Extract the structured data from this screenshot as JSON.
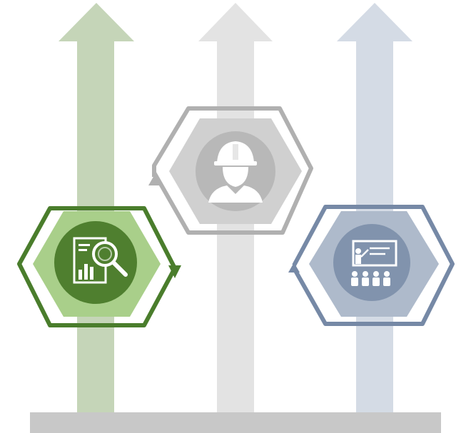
{
  "diagram": {
    "colors": {
      "green_arrow": "#c5d5b8",
      "gray_arrow": "#e3e3e3",
      "blue_arrow": "#d4dbe5",
      "green_ring": "#4a7d2c",
      "green_fill": "#a9cf8a",
      "green_circle": "#4f7f2f",
      "gray_ring": "#b0b0b0",
      "gray_fill": "#d0d0d0",
      "gray_circle": "#b8b8b8",
      "blue_ring": "#7689a6",
      "blue_fill": "#aebacb",
      "blue_circle": "#8193ad",
      "base_bar": "#c8c8c8"
    },
    "nodes": [
      {
        "id": "analysis",
        "icon": "report-magnifier-icon",
        "color": "green"
      },
      {
        "id": "worker",
        "icon": "hard-hat-worker-icon",
        "color": "gray"
      },
      {
        "id": "training",
        "icon": "presentation-audience-icon",
        "color": "blue"
      }
    ]
  }
}
